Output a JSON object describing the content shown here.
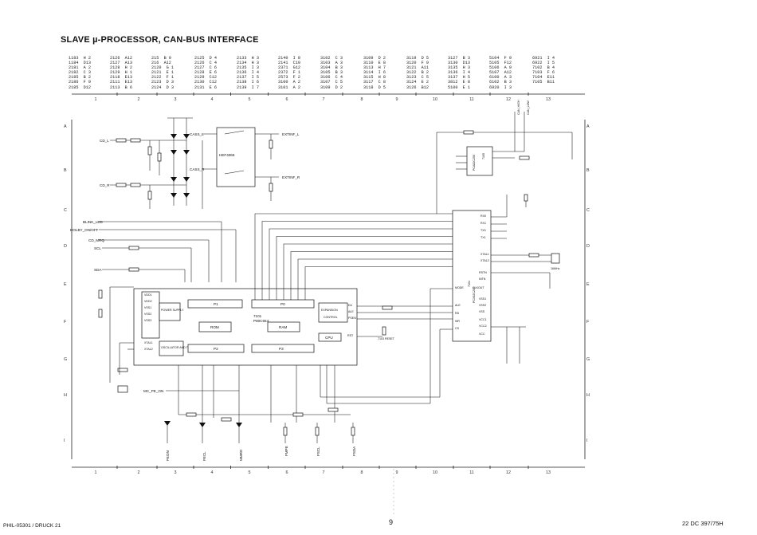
{
  "title": "SLAVE µ-PROCESSOR, CAN-BUS INTERFACE",
  "ref_columns": [
    [
      "1183  H 2",
      "1184  D13",
      "2181  A 2",
      "2182  C 3",
      "2185  B 2",
      "2186  F 9",
      "2185  D12"
    ],
    [
      "2126  A12",
      "2127  A13",
      "2128  H 2",
      "2129  H 1",
      "2118  E13",
      "2111  E13",
      "2113  B 6"
    ],
    [
      "215  B 9",
      "216  A12",
      "2120  G 1",
      "2121  E 1",
      "2122  F 1",
      "2123  D 3",
      "2124  D 3"
    ],
    [
      "2125  D 4",
      "2126  C 4",
      "2127  C 6",
      "2128  E 6",
      "2129  C12",
      "2130  C12",
      "2131  E 6"
    ],
    [
      "2133  H 3",
      "2134  H 3",
      "2135  I 3",
      "2136  I 4",
      "2137  I 5",
      "2138  I 6",
      "2139  I 7"
    ],
    [
      "2140  I 8",
      "2141  C10",
      "2371  G12",
      "2372  F 1",
      "2573  F 2",
      "3100  A 2",
      "3101  A 2"
    ],
    [
      "3102  C 3",
      "3103  A 3",
      "3104  B 3",
      "3105  B 3",
      "3106  C 4",
      "3107  C 5",
      "3109  D 2"
    ],
    [
      "3109  D 2",
      "3110  E 8",
      "3113  H 7",
      "3114  I 6",
      "3115  H 8",
      "3117  C 8",
      "3118  D 5"
    ],
    [
      "3119  D 5",
      "3120  F 9",
      "3121  A11",
      "3122  B 2",
      "3123  C 5",
      "3124  E 2",
      "3126  B12"
    ],
    [
      "3127  B 3",
      "3130  D13",
      "3135  H 3",
      "3136  I 4",
      "3137  H 5",
      "3812  E 8",
      "5100  E 1"
    ],
    [
      "5104  F 9",
      "5105  F12",
      "5106  A 9",
      "5107  A12",
      "6100  A 3",
      "6102  B 3",
      "6920  I 3"
    ],
    [
      "6921  I 4",
      "6922  I 5",
      "7102  B 4",
      "7103  F 6",
      "7104  E11",
      "7105  B11",
      ""
    ]
  ],
  "grid": {
    "cols": [
      "1",
      "2",
      "3",
      "4",
      "5",
      "6",
      "7",
      "8",
      "9",
      "10",
      "11",
      "12",
      "13"
    ],
    "rows": [
      "A",
      "B",
      "C",
      "D",
      "E",
      "F",
      "G",
      "H",
      "I"
    ]
  },
  "labels": {
    "cd_l": "CD_L",
    "cd_r": "CD_R",
    "blink_led": "BLINK_LED",
    "dolby": "DOLBY_ON/OFF",
    "cd_mrq": "CD_MRQ",
    "scl": "SCL",
    "sda": "SDA",
    "mc_pe_on": "MC_PE_ON",
    "cass_l": "CASS_L",
    "cass_r": "CASS_R",
    "extinf_l": "EXTINF_L",
    "extinf_r": "EXTINF_R",
    "hef": "HEF4066",
    "ic_main_num": "7101",
    "ic_main": "P80C654",
    "ram": "RAM",
    "rom": "ROM",
    "cpu": "CPU",
    "expansion": "EXPANSION",
    "control": "CONTROL",
    "power_supply": "POWER SUPPLY",
    "osc": "OSCILLATOR AND TIMING",
    "p0": "P0",
    "p1": "P1",
    "p2": "P2",
    "p3": "P3",
    "can_ctrl_num": "7104",
    "can_ctrl": "PCX82C200",
    "can_tr_num": "7105",
    "can_tr": "PCA82C250",
    "can_high": "CAN_HIGH",
    "can_low": "CAN_LOW",
    "xtal1": "XTAL1",
    "xtal2": "XTAL2",
    "crystal": "16MHz",
    "reset_note": "7103 RESET",
    "ale": "ALE",
    "ea": "EA",
    "psen": "PSEN",
    "rst": "RST",
    "rd": "RD",
    "wr": "WR",
    "cs": "CS",
    "mode": "MODE",
    "clkout": "CLKOUT",
    "rstn": "RSTN",
    "intn": "INTN",
    "rx0": "RX0",
    "rx1": "RX1",
    "tx0": "TX0",
    "tx1": "TX1",
    "vdd1": "VDD1",
    "vdd2": "VDD2",
    "vss1": "VSS1",
    "vss2": "VSS2",
    "vss3": "VSS3",
    "vcc1": "VCC1",
    "vcc2": "VCC2",
    "vss": "VSS",
    "vcc": "VCC",
    "feon": "FEON",
    "fecl": "FECL",
    "mmrd": "MMRD",
    "fmpe": "FMPE",
    "fscl": "FSCL",
    "fsda": "FSDA"
  },
  "footer": {
    "left": "PHIL-05301 / DRUCK 21",
    "page": "9",
    "right": "22 DC 397/75H"
  }
}
